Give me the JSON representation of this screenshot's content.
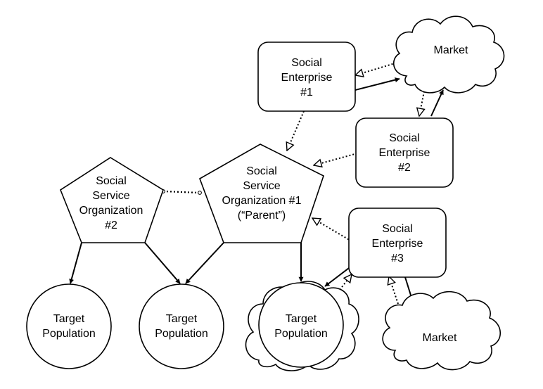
{
  "colors": {
    "stroke": "#000000",
    "fill": "#ffffff"
  },
  "nodes": {
    "se1": {
      "lines": [
        "Social",
        "Enterprise",
        "#1"
      ]
    },
    "se2": {
      "lines": [
        "Social",
        "Enterprise",
        "#2"
      ]
    },
    "se3": {
      "lines": [
        "Social",
        "Enterprise",
        "#3"
      ]
    },
    "market_top": {
      "lines": [
        "Market"
      ]
    },
    "market_bottom": {
      "lines": [
        "Market"
      ]
    },
    "sso1": {
      "lines": [
        "Social",
        "Service",
        "Organization #1",
        "(“Parent”)"
      ]
    },
    "sso2": {
      "lines": [
        "Social",
        "Service",
        "Organization",
        "#2"
      ]
    },
    "tp1": {
      "lines": [
        "Target",
        "Population"
      ]
    },
    "tp2": {
      "lines": [
        "Target",
        "Population"
      ]
    },
    "tp3": {
      "lines": [
        "Target",
        "Population"
      ]
    }
  }
}
